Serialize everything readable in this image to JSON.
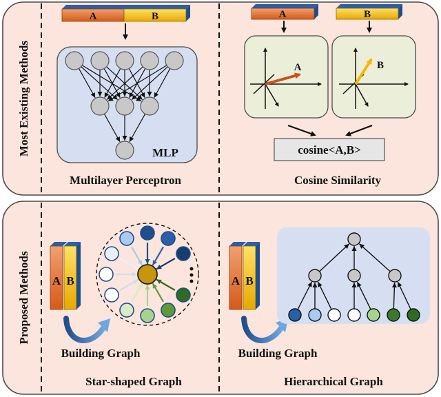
{
  "top_panel": {
    "side_label": "Most Existing Methods",
    "left": {
      "bar_a": "A",
      "bar_b": "B",
      "mlp_tag": "MLP",
      "caption": "Multilayer Perceptron"
    },
    "right": {
      "bar_a": "A",
      "bar_b": "B",
      "vector_a": "A",
      "vector_b": "B",
      "formula": "cosine<A,B>",
      "caption": "Cosine Similarity"
    }
  },
  "bottom_panel": {
    "side_label": "Proposed Methods",
    "left": {
      "stack_a": "A",
      "stack_b": "B",
      "build_label": "Building Graph",
      "caption": "Star-shaped Graph"
    },
    "right": {
      "stack_a": "A",
      "stack_b": "B",
      "build_label": "Building Graph",
      "caption": "Hierarchical Graph"
    }
  },
  "colors": {
    "panel_fill": "#fbe5dc",
    "panel_stroke": "#4a4a4a",
    "mlp_box": "#d6dff2",
    "vector_box": "#ebeed8",
    "bar_orange": "#e36c2a",
    "bar_yellow": "#f3b800",
    "bar_blue_top": "#1f4e8c",
    "node_gray": "#c8c8c8",
    "center_node": "#c8960c",
    "formula_box": "#e6e6e6"
  }
}
